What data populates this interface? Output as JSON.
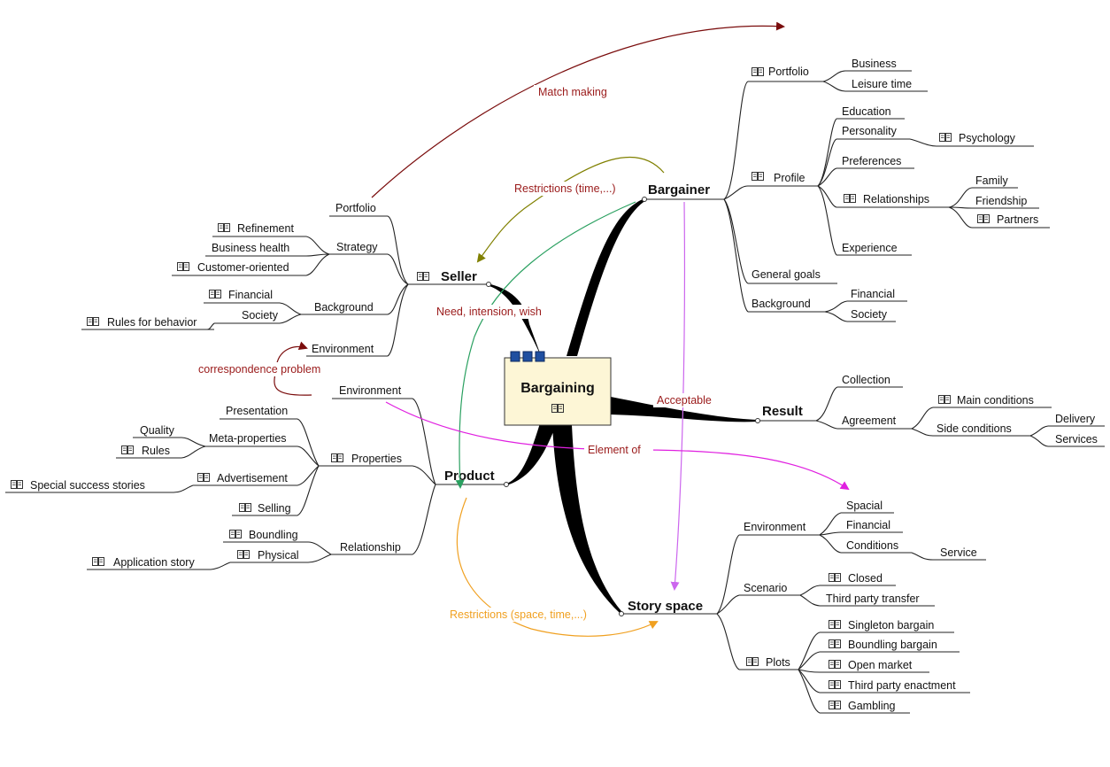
{
  "center": {
    "title": "Bargaining",
    "icon": "book-icon"
  },
  "topics": {
    "bargainer": "Bargainer",
    "seller": "Seller",
    "product": "Product",
    "result": "Result",
    "story_space": "Story space"
  },
  "bargainer": {
    "portfolio": "Portfolio",
    "business": "Business",
    "leisure_time": "Leisure time",
    "profile": "Profile",
    "education": "Education",
    "personality": "Personality",
    "psychology": "Psychology",
    "preferences": "Preferences",
    "relationships": "Relationships",
    "family": "Family",
    "friendship": "Friendship",
    "partners": "Partners",
    "experience": "Experience",
    "general_goals": "General goals",
    "background": "Background",
    "financial": "Financial",
    "society": "Society"
  },
  "seller": {
    "portfolio": "Portfolio",
    "strategy": "Strategy",
    "refinement": "Refinement",
    "business_health": "Business health",
    "customer_oriented": "Customer-oriented",
    "background": "Background",
    "financial": "Financial",
    "society": "Society",
    "rules_for_behavior": "Rules for behavior",
    "environment": "Environment"
  },
  "product": {
    "environment": "Environment",
    "presentation": "Presentation",
    "meta_properties": "Meta-properties",
    "quality": "Quality",
    "rules": "Rules",
    "properties": "Properties",
    "advertisement": "Advertisement",
    "special_success_stories": "Special success stories",
    "selling": "Selling",
    "relationship": "Relationship",
    "boundling": "Boundling",
    "physical": "Physical",
    "application_story": "Application story"
  },
  "result": {
    "collection": "Collection",
    "agreement": "Agreement",
    "main_conditions": "Main conditions",
    "side_conditions": "Side conditions",
    "delivery": "Delivery",
    "services": "Services"
  },
  "story_space": {
    "environment": "Environment",
    "spacial": "Spacial",
    "financial": "Financial",
    "conditions": "Conditions",
    "service": "Service",
    "scenario": "Scenario",
    "closed": "Closed",
    "third_party_transfer": "Third party transfer",
    "plots": "Plots",
    "singleton_bargain": "Singleton bargain",
    "boundling_bargain": "Boundling bargain",
    "open_market": "Open market",
    "third_party_enactment": "Third party enactment",
    "gambling": "Gambling"
  },
  "relationships": {
    "match_making": "Match making",
    "restrictions_time": "Restrictions (time,...)",
    "need_intension_wish": "Need, intension, wish",
    "correspondence_problem": "correspondence problem",
    "acceptable": "Acceptable",
    "element_of": "Element of",
    "restrictions_space_time": "Restrictions (space, time,...)"
  },
  "colors": {
    "match_making": "#7a0c0c",
    "restrictions_time": "#808000",
    "need_intension_wish": "#2aa060",
    "correspondence_problem": "#7a0c0c",
    "acceptable": "#cc66ee",
    "element_of": "#e020e0",
    "restrictions_space_time": "#f0a020",
    "relation_label": "#9a1a1a",
    "center_fill": "#fdf6d6",
    "center_tab": "#1f4fa0"
  }
}
